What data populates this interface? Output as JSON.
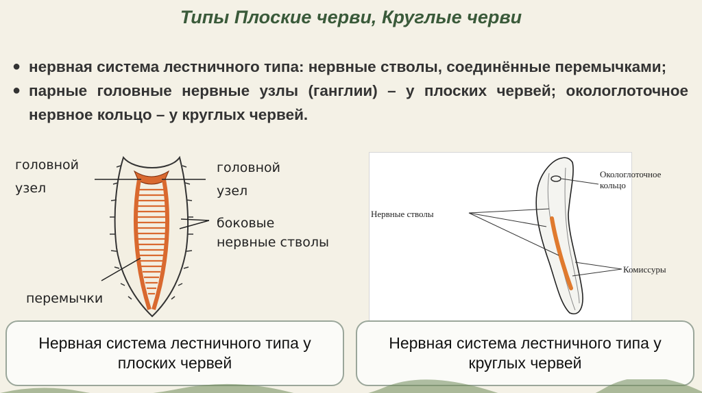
{
  "slide": {
    "title": "Типы Плоские черви, Круглые черви",
    "bullets": [
      {
        "text": "нервная система лестничного типа: нервные стволы, соединённые перемычками;"
      },
      {
        "text": "парные головные нервные узлы (ганглии) – у плоских червей; окологлоточное нервное кольцо – у круглых червей."
      }
    ],
    "left_figure": {
      "labels": {
        "head_node_left_1": "головной",
        "head_node_left_2": "узел",
        "head_node_right_1": "головной",
        "head_node_right_2": "узел",
        "lateral_1": "боковые",
        "lateral_2": "нервные стволы",
        "bridges": "перемычки"
      },
      "worm_color": "#d9692f"
    },
    "right_figure": {
      "labels": {
        "ring_1": "Окологлоточное",
        "ring_2": "кольцо",
        "trunks": "Нервные стволы",
        "commissures": "Комиссуры"
      },
      "nerve_color": "#e07a2e"
    },
    "captions": {
      "left": "Нервная система лестничного типа у плоских червей",
      "right": "Нервная система лестничного типа у круглых червей"
    },
    "colors": {
      "title": "#3a5a3a",
      "caption_border": "#9aa69a"
    }
  }
}
